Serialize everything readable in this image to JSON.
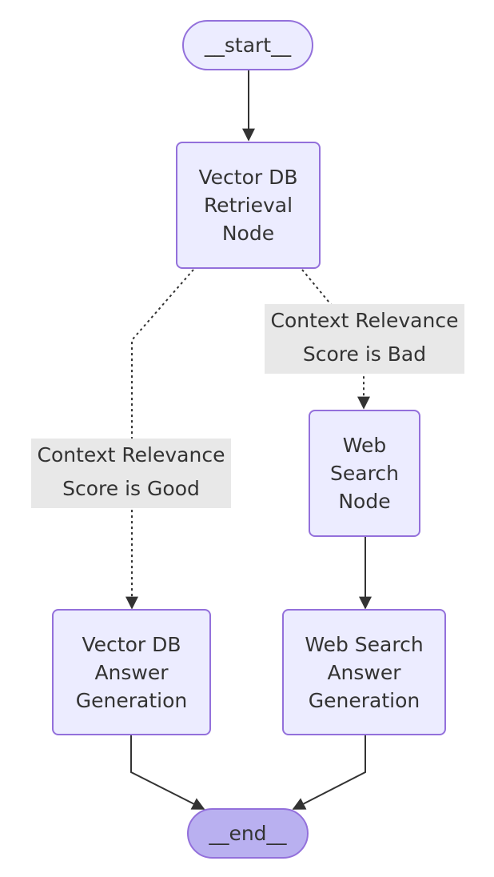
{
  "colors": {
    "node_fill": "#ECECFF",
    "node_border": "#9370DB",
    "end_fill": "#B9B0F0",
    "edge": "#333333",
    "label_bg": "#E8E8E8",
    "text": "#333333"
  },
  "nodes": {
    "start": "__start__",
    "vector_db_retrieval": "Vector DB\nRetrieval\nNode",
    "web_search": "Web\nSearch\nNode",
    "vector_db_answer": "Vector DB\nAnswer\nGeneration",
    "web_search_answer": "Web Search\nAnswer\nGeneration",
    "end": "__end__"
  },
  "edges": [
    {
      "from": "start",
      "to": "vector_db_retrieval",
      "style": "solid"
    },
    {
      "from": "vector_db_retrieval",
      "to": "web_search",
      "style": "dotted",
      "label": "Context Relevance\nScore is Bad"
    },
    {
      "from": "vector_db_retrieval",
      "to": "vector_db_answer",
      "style": "dotted",
      "label": "Context Relevance\nScore is Good"
    },
    {
      "from": "web_search",
      "to": "web_search_answer",
      "style": "solid"
    },
    {
      "from": "vector_db_answer",
      "to": "end",
      "style": "solid"
    },
    {
      "from": "web_search_answer",
      "to": "end",
      "style": "solid"
    }
  ],
  "labels": {
    "bad": "Context Relevance\nScore is Bad",
    "good": "Context Relevance\nScore is Good"
  }
}
